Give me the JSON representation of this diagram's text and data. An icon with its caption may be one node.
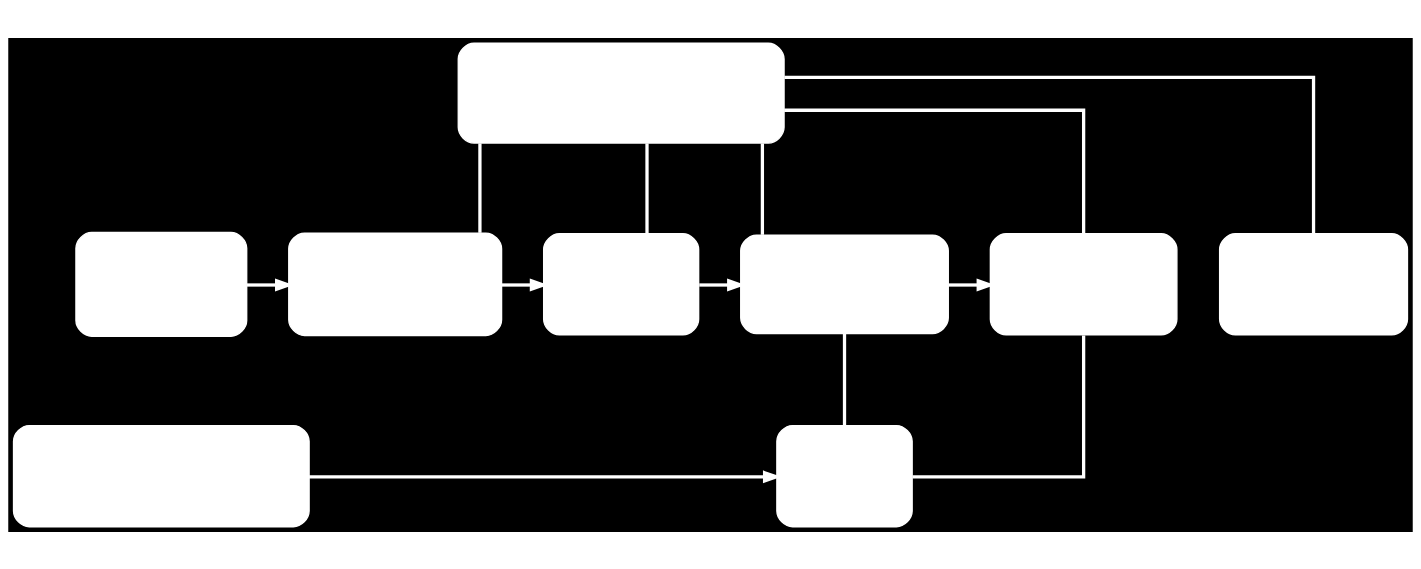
{
  "diagram": {
    "nodes": [
      {
        "text": [],
        "shape": "box"
      },
      {
        "text": [],
        "shape": "box"
      },
      {
        "text": [],
        "shape": "box"
      },
      {
        "text": [],
        "shape": "box"
      },
      {
        "text": [],
        "shape": "box"
      },
      {
        "text": [],
        "shape": "box"
      },
      {
        "text": [],
        "shape": "box"
      },
      {
        "text": [],
        "shape": "box"
      },
      {
        "text": [],
        "shape": "box"
      }
    ],
    "edges": [
      {
        "from": 0,
        "to": 2,
        "arrow": "none"
      },
      {
        "from": 0,
        "to": 3,
        "arrow": "none"
      },
      {
        "from": 0,
        "to": 4,
        "arrow": "none"
      },
      {
        "from": 0,
        "to": 5,
        "arrow": "none"
      },
      {
        "from": 0,
        "to": 6,
        "arrow": "none"
      },
      {
        "from": 1,
        "to": 2,
        "arrow": "to"
      },
      {
        "from": 2,
        "to": 3,
        "arrow": "to"
      },
      {
        "from": 3,
        "to": 4,
        "arrow": "to"
      },
      {
        "from": 4,
        "to": 5,
        "arrow": "to"
      },
      {
        "from": 4,
        "to": 8,
        "arrow": "none"
      },
      {
        "from": 5,
        "to": 8,
        "arrow": "none"
      },
      {
        "from": 7,
        "to": 8,
        "arrow": "to"
      }
    ]
  }
}
